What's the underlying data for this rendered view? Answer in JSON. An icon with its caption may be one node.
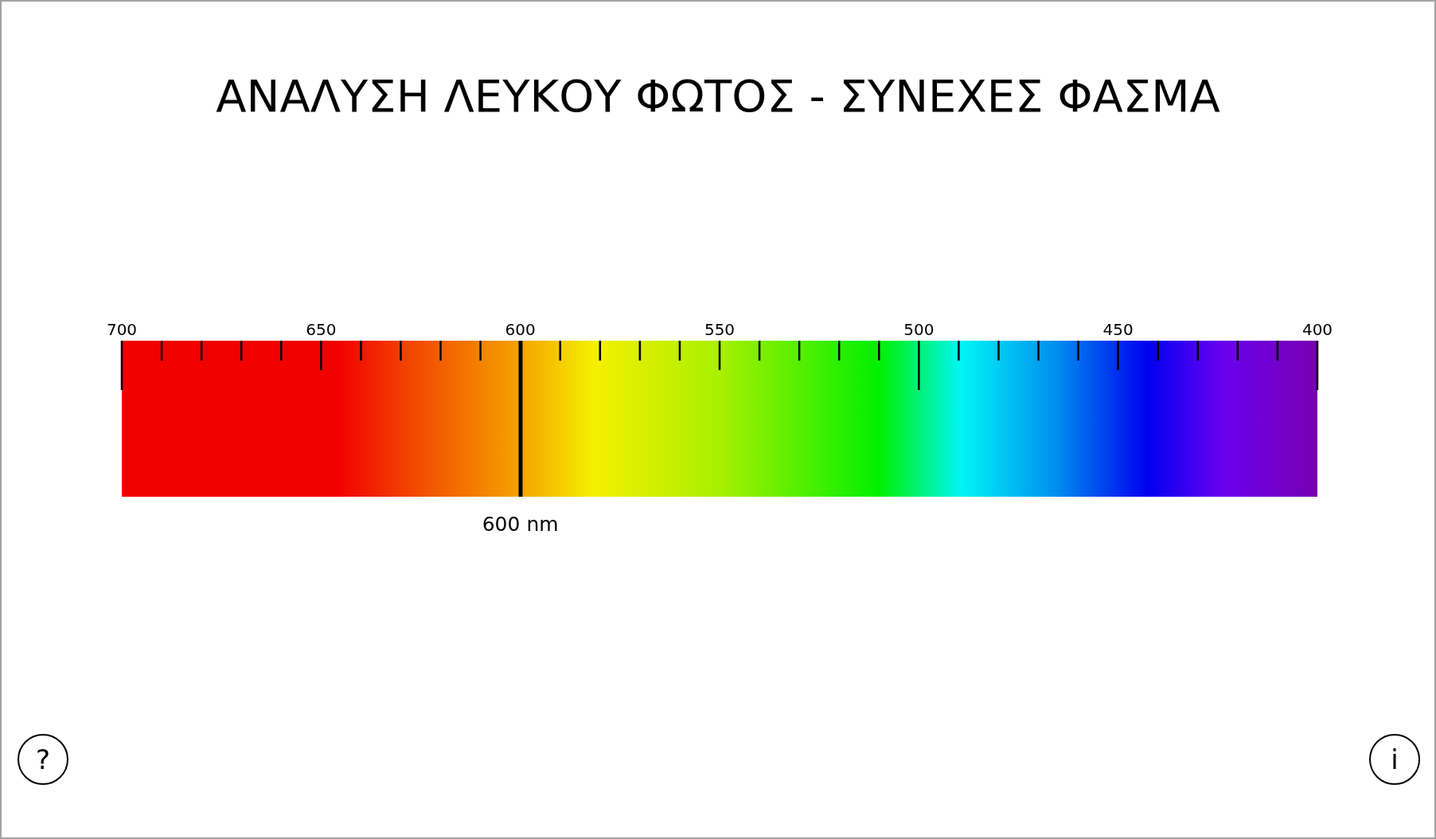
{
  "diagram": {
    "title": "ΑΝΑΛΥΣΗ ΛΕΥΚΟΥ ΦΩΤΟΣ - ΣΥΝΕΧΕΣ ΦΑΣΜΑ",
    "labels": [
      "700",
      "650",
      "600",
      "550",
      "500",
      "450",
      "400",
      "600 nm",
      "?",
      "i"
    ]
  }
}
